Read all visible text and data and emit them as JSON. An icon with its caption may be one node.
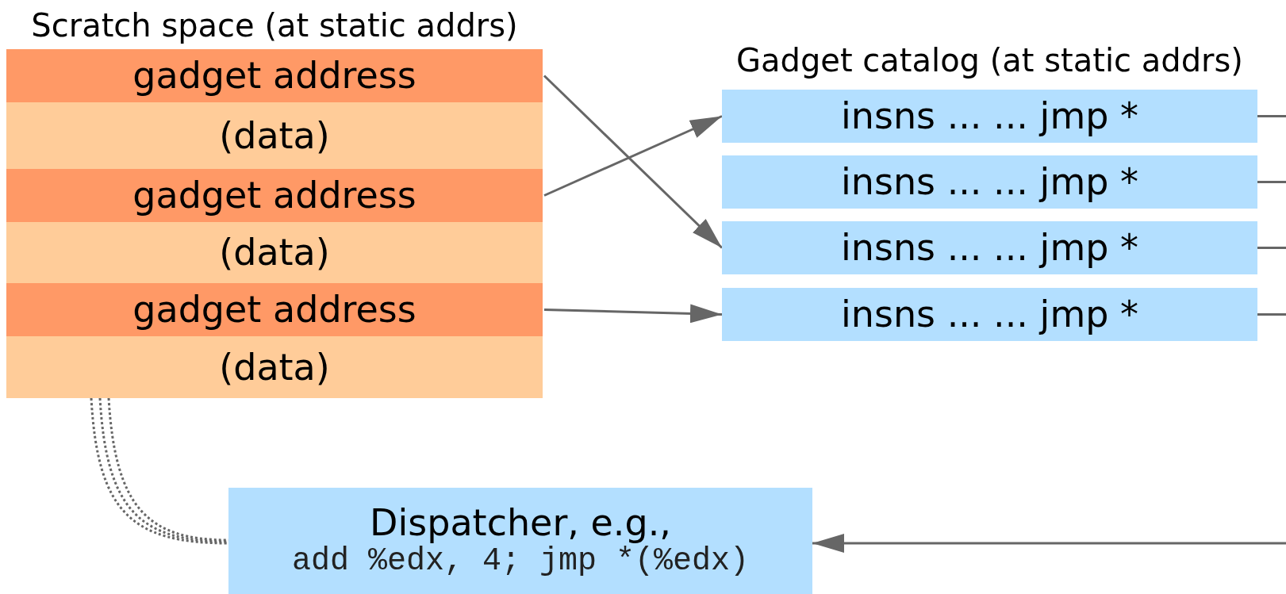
{
  "diagram": {
    "nodes": [
      {
        "text": [
          "Scratch space (at static addrs)"
        ]
      },
      {
        "text": [
          "gadget address"
        ],
        "in": 0
      },
      {
        "text": [
          "(data)"
        ],
        "in": 0
      },
      {
        "text": [
          "gadget address"
        ],
        "in": 0
      },
      {
        "text": [
          "(data)"
        ],
        "in": 0
      },
      {
        "text": [
          "gadget address"
        ],
        "in": 0
      },
      {
        "text": [
          "(data)"
        ],
        "in": 0
      },
      {
        "text": [
          "Gadget catalog (at static addrs)"
        ]
      },
      {
        "text": [
          "insns ... ... jmp *"
        ],
        "in": 7
      },
      {
        "text": [
          "insns ... ... jmp *"
        ],
        "in": 7
      },
      {
        "text": [
          "insns ... ... jmp *"
        ],
        "in": 7
      },
      {
        "text": [
          "insns ... ... jmp *"
        ],
        "in": 7
      },
      {
        "text": [
          "Dispatcher, e.g.,",
          "add %edx, 4; jmp *(%edx)"
        ]
      }
    ],
    "edges": [
      {
        "from": 1,
        "to": 10,
        "arrow": "to"
      },
      {
        "from": 3,
        "to": 8,
        "arrow": "to"
      },
      {
        "from": 5,
        "to": 11,
        "arrow": "to"
      },
      {
        "from": 8,
        "to": null,
        "arrow": "none"
      },
      {
        "from": 9,
        "to": null,
        "arrow": "none"
      },
      {
        "from": 10,
        "to": null,
        "arrow": "none"
      },
      {
        "from": 11,
        "to": null,
        "arrow": "none"
      },
      {
        "from": null,
        "to": 12,
        "arrow": "to"
      },
      {
        "from": 0,
        "to": 12,
        "arrow": "none",
        "style": "dashed"
      },
      {
        "from": 0,
        "to": 12,
        "arrow": "none",
        "style": "dashed"
      },
      {
        "from": 0,
        "to": 12,
        "arrow": "none",
        "style": "dashed"
      }
    ]
  }
}
